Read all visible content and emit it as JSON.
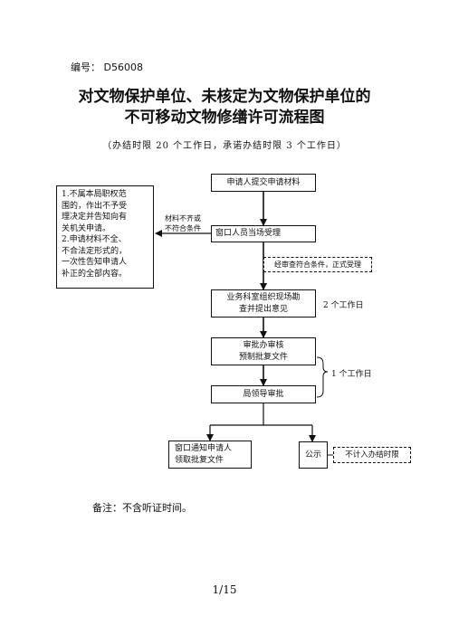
{
  "header": {
    "doc_number": "编号： D56008",
    "title_line1": "对文物保护单位、未核定为文物保护单位的",
    "title_line2": "不可移动文物修缮许可流程图",
    "time_limit": "（办结时限 20 个工作日，承诺办结时限 3 个工作日）"
  },
  "flow": {
    "step1": "申请人提交申请材料",
    "step2": "窗口人员当场受理",
    "step2_note": "经审查符合条件，正式受理",
    "step3_line1": "业务科室组织现场勘",
    "step3_line2": "查并提出意见",
    "step3_time": "2 个工作日",
    "step4_line1": "审批办审核",
    "step4_line2": "预制批复文件",
    "step5": "局领导审批",
    "step45_time": "1 个工作日",
    "step6_line1": "窗口通知申请人",
    "step6_line2": "领取批复文件",
    "publicity": "公示",
    "publicity_note": "不计入办结时限",
    "reject_label_line1": "材料不齐或",
    "reject_label_line2": "不符合条件"
  },
  "left_note": {
    "item1": "1.不属本局职权范\n围的，作出不予受\n理决定并告知向有\n关机关申请。",
    "item2": "2.申请材料不全、\n不合法定形式的，\n一次性告知申请人\n补正的全部内容。"
  },
  "footer": {
    "remarks": "备注：不含听证时间。",
    "page_number": "1/15"
  }
}
